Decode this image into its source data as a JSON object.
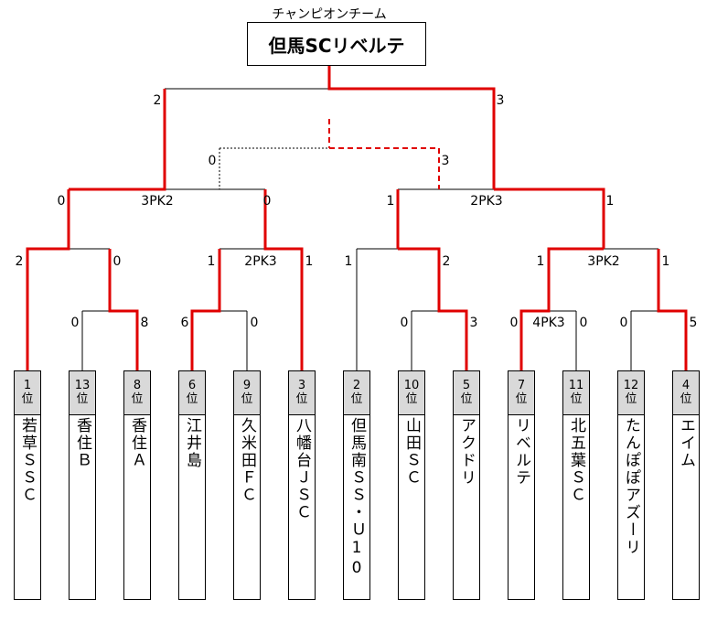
{
  "title": "チャンピオンチーム",
  "champion": "但馬SCリベルテ",
  "teams": [
    {
      "rank_num": "1",
      "rank_suffix": "位",
      "name": "若草ＳＳＣ"
    },
    {
      "rank_num": "13",
      "rank_suffix": "位",
      "name": "香住Ｂ"
    },
    {
      "rank_num": "8",
      "rank_suffix": "位",
      "name": "香住Ａ"
    },
    {
      "rank_num": "6",
      "rank_suffix": "位",
      "name": "江井島"
    },
    {
      "rank_num": "9",
      "rank_suffix": "位",
      "name": "久米田ＦＣ"
    },
    {
      "rank_num": "3",
      "rank_suffix": "位",
      "name": "八幡台ＪＳＣ"
    },
    {
      "rank_num": "2",
      "rank_suffix": "位",
      "name": "但馬南ＳＳ・Ｕ10"
    },
    {
      "rank_num": "10",
      "rank_suffix": "位",
      "name": "山田ＳＣ"
    },
    {
      "rank_num": "5",
      "rank_suffix": "位",
      "name": "アクドリ"
    },
    {
      "rank_num": "7",
      "rank_suffix": "位",
      "name": "リベルテ"
    },
    {
      "rank_num": "11",
      "rank_suffix": "位",
      "name": "北五葉ＳＣ"
    },
    {
      "rank_num": "12",
      "rank_suffix": "位",
      "name": "たんぽぽアズーリ"
    },
    {
      "rank_num": "4",
      "rank_suffix": "位",
      "name": "エイム"
    }
  ],
  "scores": {
    "r1_m1_left": "0",
    "r1_m1_right": "8",
    "r1_m2_left": "6",
    "r1_m2_right": "0",
    "r1_m3_left": "0",
    "r1_m3_right": "3",
    "r1_m4_left": "0",
    "r1_m4_pk": "4PK3",
    "r1_m4_right": "0",
    "r1_m5_left": "0",
    "r1_m5_right": "5",
    "r2_m1_left": "2",
    "r2_m1_right": "0",
    "r2_m2_left": "1",
    "r2_m2_pk": "2PK3",
    "r2_m2_right": "1",
    "r2_m3_left": "1",
    "r2_m3_right": "2",
    "r2_m4_left": "1",
    "r2_m4_pk": "3PK2",
    "r2_m4_right": "1",
    "sf_m1_left": "0",
    "sf_m1_pk": "3PK2",
    "sf_m1_right": "0",
    "sf_m2_left": "1",
    "sf_m2_pk": "2PK3",
    "sf_m2_right": "1",
    "third_left": "0",
    "third_right": "3",
    "final_left": "2",
    "final_right": "3"
  },
  "colors": {
    "winner_line": "#e00000",
    "loser_line": "#000000"
  }
}
